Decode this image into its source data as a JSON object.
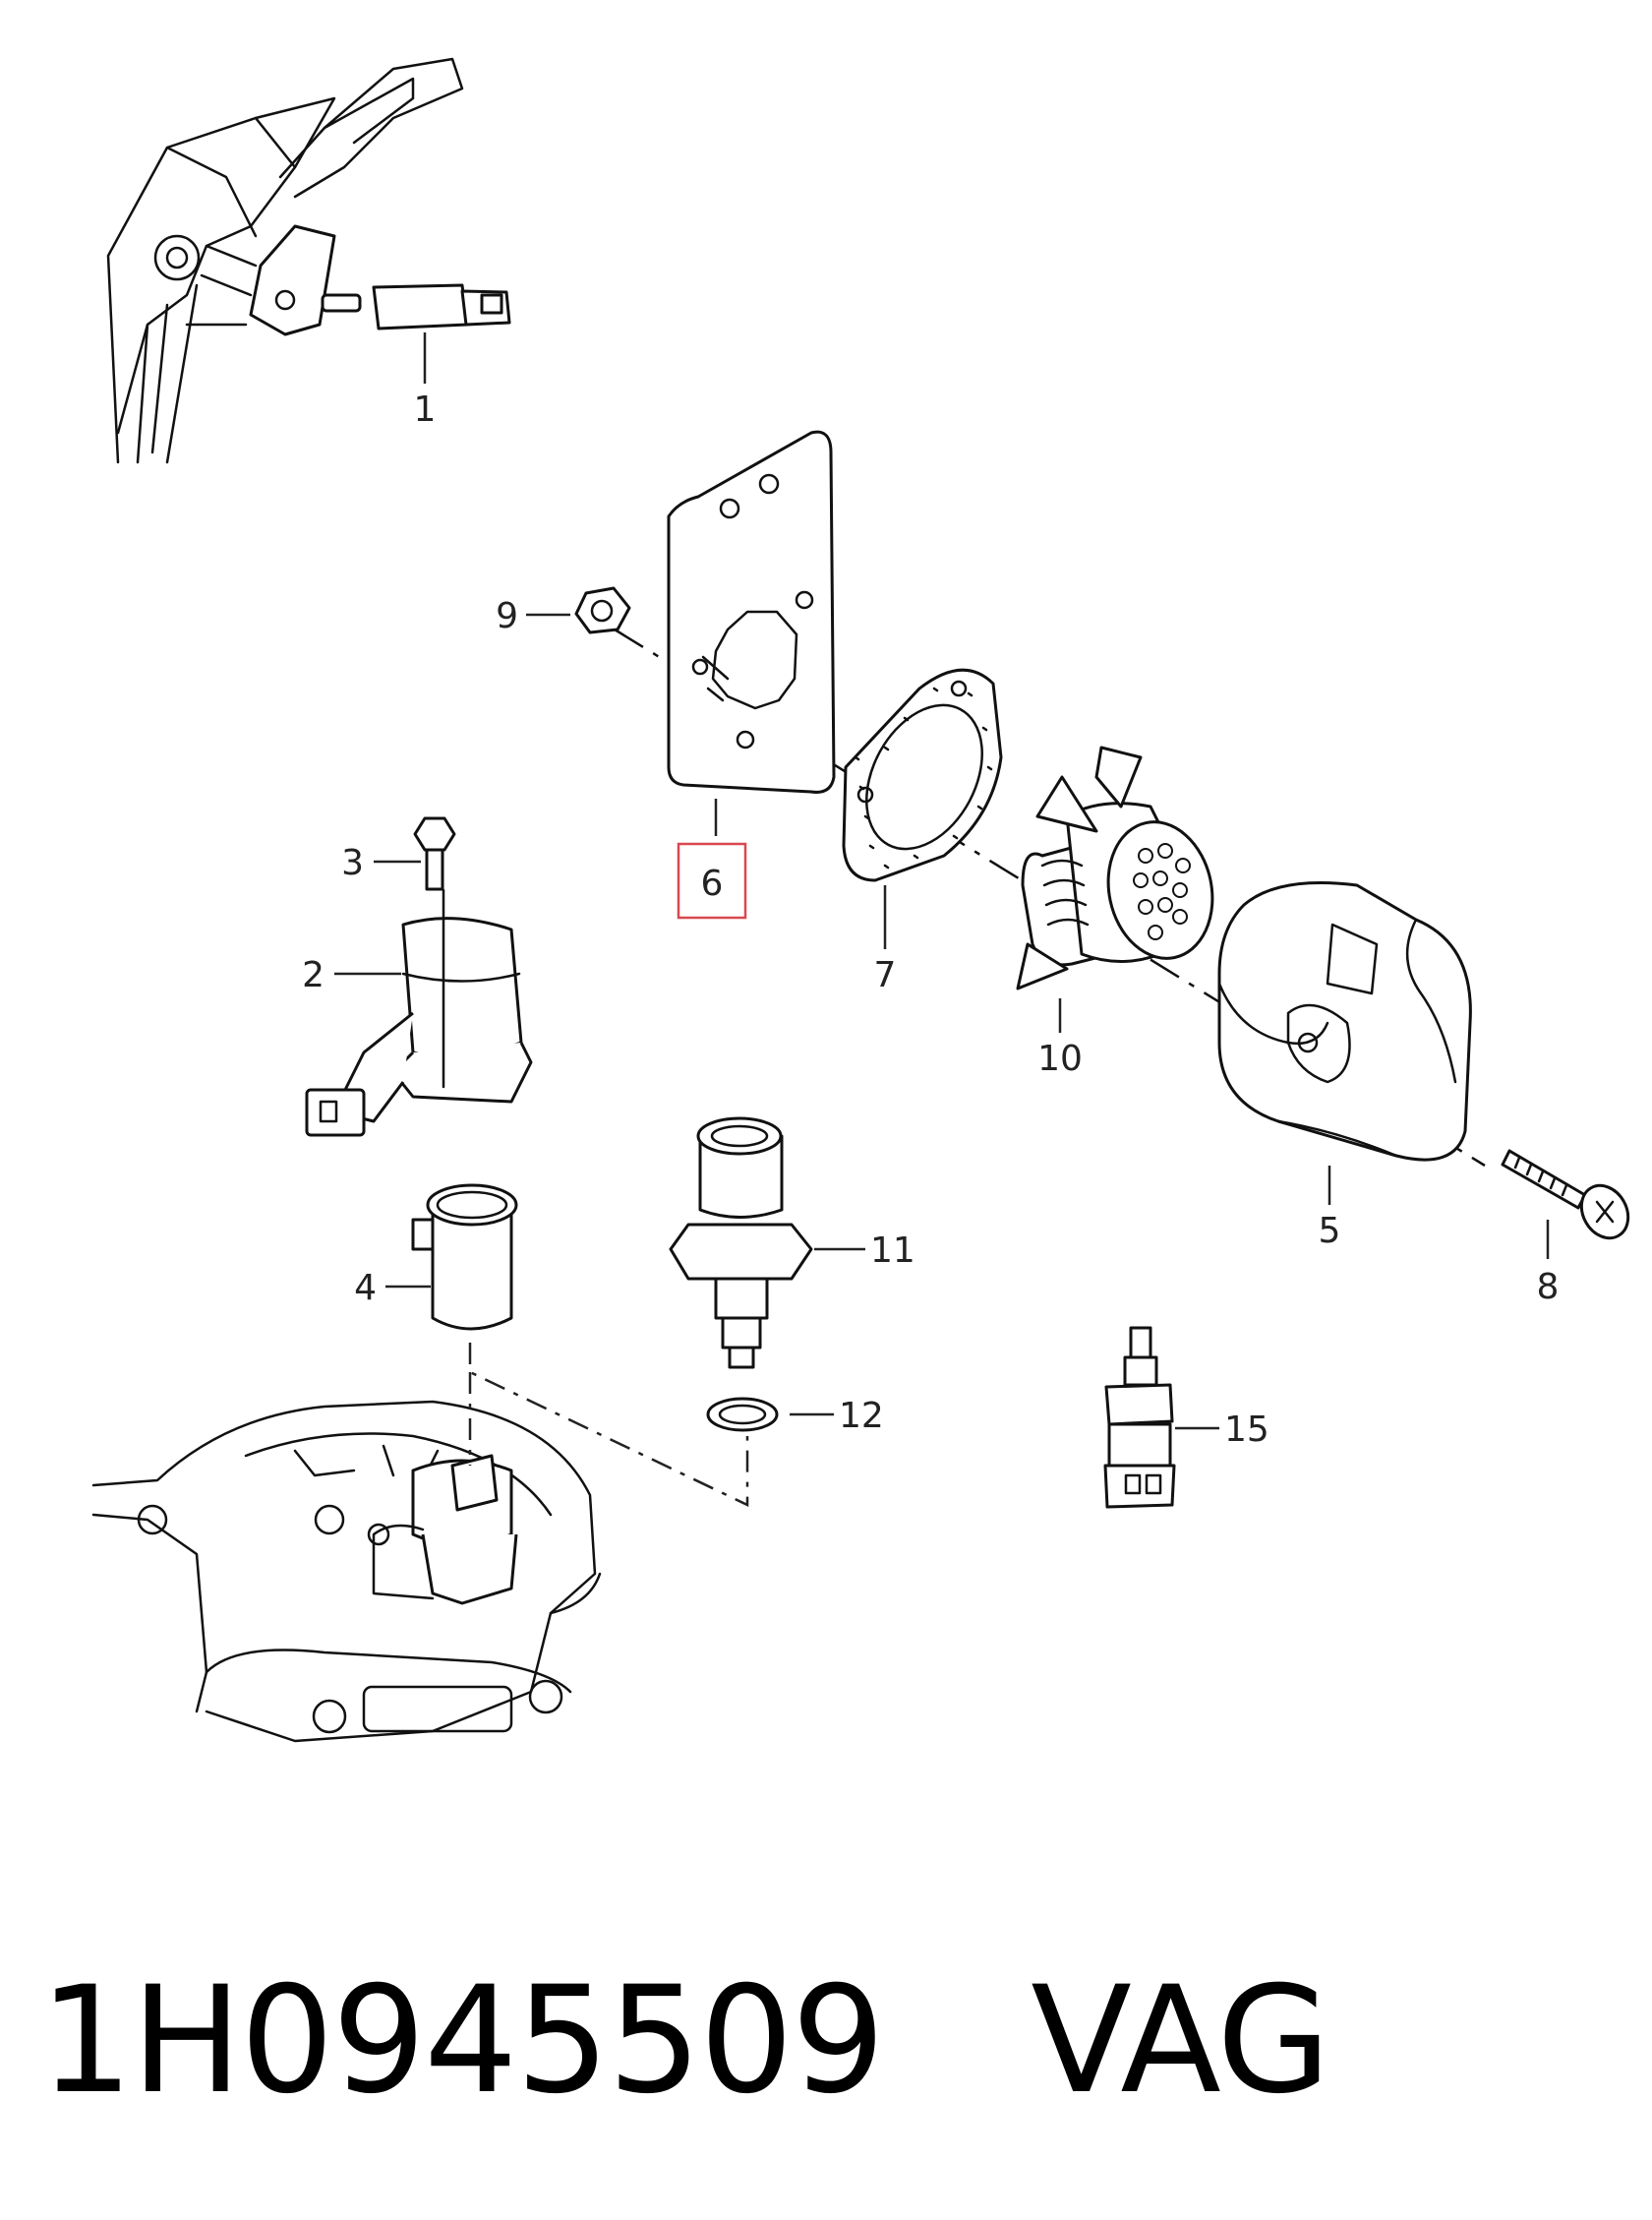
{
  "callouts": {
    "c1": "1",
    "c2": "2",
    "c3": "3",
    "c4": "4",
    "c5": "5",
    "c6": "6",
    "c7": "7",
    "c8": "8",
    "c9": "9",
    "c10": "10",
    "c11": "11",
    "c12": "12",
    "c15": "15"
  },
  "highlight": {
    "part": "6",
    "color": "#d9484f"
  },
  "footer": {
    "part_number": "1H0945509",
    "brand": "VAG"
  }
}
